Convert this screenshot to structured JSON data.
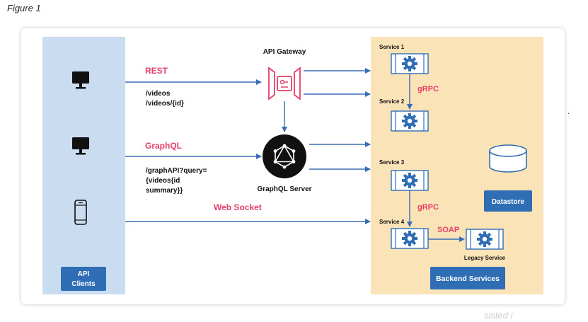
{
  "caption": "Figure 1",
  "stray": {
    "dot": ".",
    "corner": "sisted i"
  },
  "clients": {
    "label_line1": "API",
    "label_line2": "Clients"
  },
  "gateway": {
    "title": "API Gateway"
  },
  "graphql_server": {
    "title": "GraphQL Server"
  },
  "protocols": {
    "rest": "REST",
    "graphql": "GraphQL",
    "websocket": "Web Socket",
    "grpc1": "gRPC",
    "grpc2": "gRPC",
    "soap": "SOAP"
  },
  "paths": {
    "rest_line1": "/videos",
    "rest_line2": "/videos/{id}",
    "gql_line1": "/graphAPI?query=",
    "gql_line2": "{videos{id",
    "gql_line3": "summary}}"
  },
  "services": {
    "s1": "Service 1",
    "s2": "Service 2",
    "s3": "Service 3",
    "s4": "Service 4",
    "legacy": "Legacy Service"
  },
  "datastore": "Datastore",
  "backend": "Backend Services",
  "colors": {
    "clients_panel": "#c9dcf0",
    "backend_panel": "#fbe3b8",
    "arrow": "#3a6db5",
    "accent": "#e53e6a",
    "button": "#2f6db5"
  }
}
